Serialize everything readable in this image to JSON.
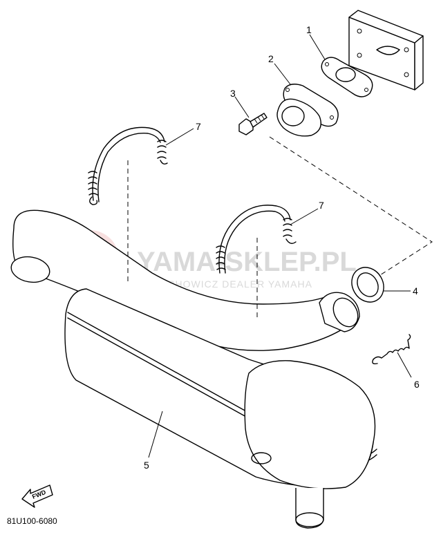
{
  "callouts": [
    {
      "id": "1",
      "label": "1"
    },
    {
      "id": "2",
      "label": "2"
    },
    {
      "id": "3",
      "label": "3"
    },
    {
      "id": "4",
      "label": "4"
    },
    {
      "id": "5",
      "label": "5"
    },
    {
      "id": "6",
      "label": "6"
    },
    {
      "id": "7a",
      "label": "7"
    },
    {
      "id": "7b",
      "label": "7"
    }
  ],
  "fwd_label": "FWD",
  "diagram_code": "81U100-6080",
  "watermark": {
    "title": "YAMA-SKLEP.PL",
    "subtitle": "WOJCIECHOWICZ DEALER YAMAHA",
    "color": "#d9d9d9",
    "logo_color": "#f2c6c6"
  }
}
